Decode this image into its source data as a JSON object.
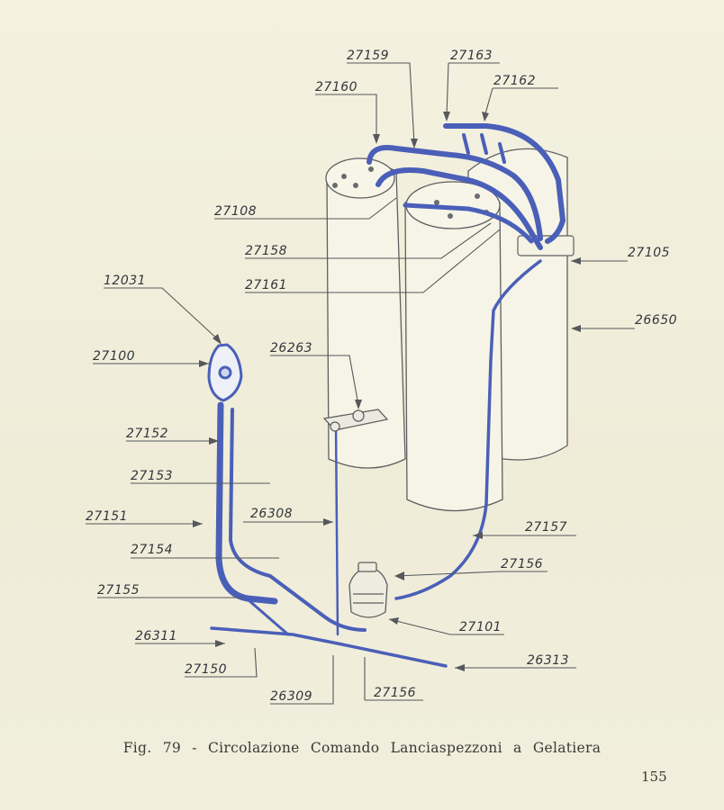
{
  "figure": {
    "caption": "Fig. 79 - Circolazione Comando Lanciaspezzoni a Gelatiera",
    "page_number": "155",
    "part_numbers": [
      "27159",
      "27163",
      "27162",
      "27160",
      "27108",
      "27158",
      "27105",
      "27161",
      "12031",
      "26650",
      "26263",
      "27100",
      "27152",
      "27153",
      "27151",
      "26308",
      "27157",
      "27154",
      "27156",
      "27155",
      "27101",
      "26311",
      "26313",
      "27150",
      "26309",
      "27156"
    ]
  },
  "colors": {
    "paper": "#f2efdc",
    "ink": "#33363d",
    "tubing": "#4a5fb8",
    "line": "#55585c"
  }
}
